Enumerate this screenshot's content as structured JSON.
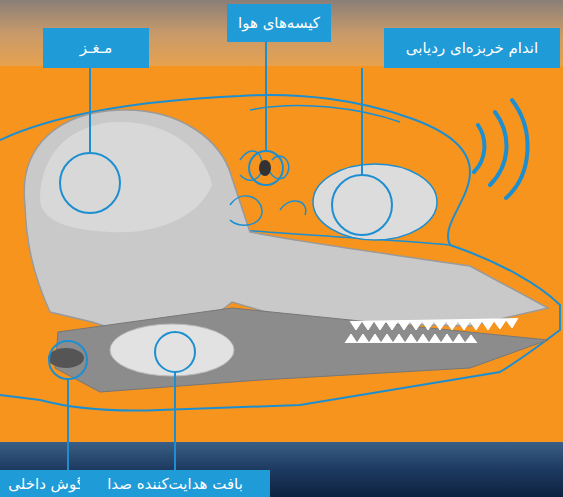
{
  "diagram": {
    "nodes": [
      {
        "text": [
          "مـغـز"
        ]
      },
      {
        "text": [
          "کیسه‌های هوا"
        ]
      },
      {
        "text": [
          "اندام خربزه‌ای ردیابی"
        ]
      },
      {
        "text": [
          "گوش داخلی"
        ]
      },
      {
        "text": [
          "بافت هدایت‌کننده صدا"
        ]
      }
    ]
  }
}
